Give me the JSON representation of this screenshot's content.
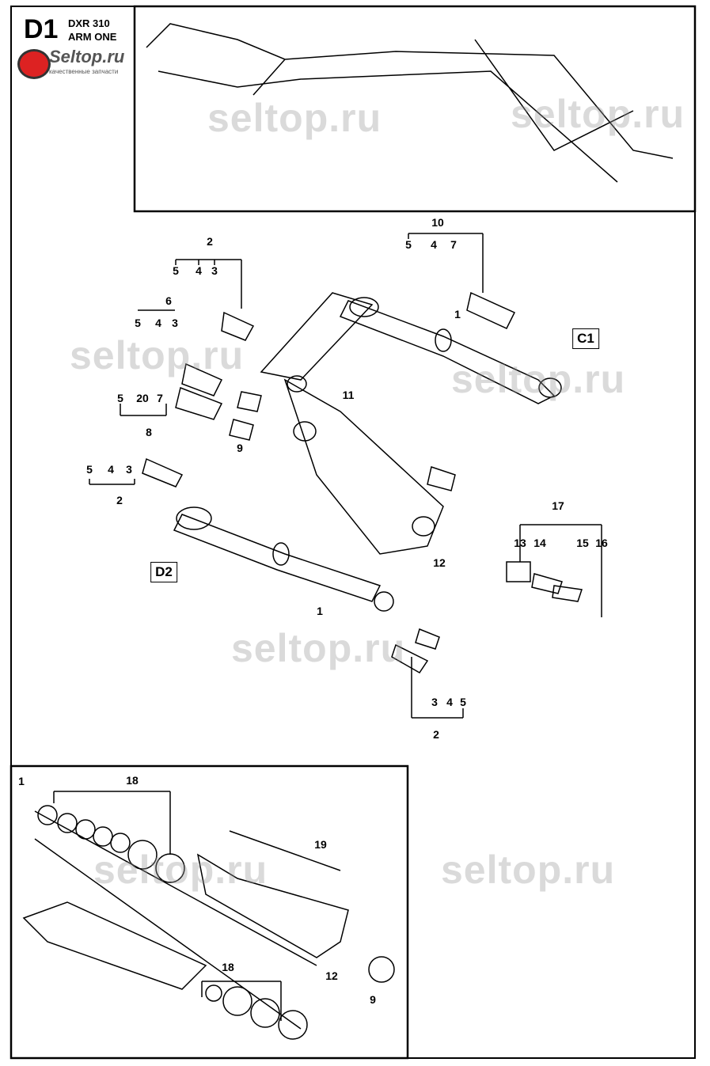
{
  "header": {
    "code": "D1",
    "model": "DXR 310",
    "section": "ARM ONE"
  },
  "logo": {
    "name": "Seltop.ru",
    "tagline": "качественные запчасти"
  },
  "watermark": "seltop.ru",
  "callouts": [
    "2",
    "5",
    "4",
    "3",
    "6",
    "5",
    "4",
    "3",
    "5",
    "20",
    "7",
    "8",
    "9",
    "5",
    "4",
    "3",
    "2",
    "10",
    "5",
    "4",
    "7",
    "1",
    "11",
    "12",
    "1",
    "17",
    "13",
    "14",
    "15",
    "16",
    "3",
    "4",
    "5",
    "2",
    "1",
    "18",
    "19",
    "12",
    "9",
    "18"
  ],
  "refs": {
    "c1": "C1",
    "d2": "D2"
  }
}
